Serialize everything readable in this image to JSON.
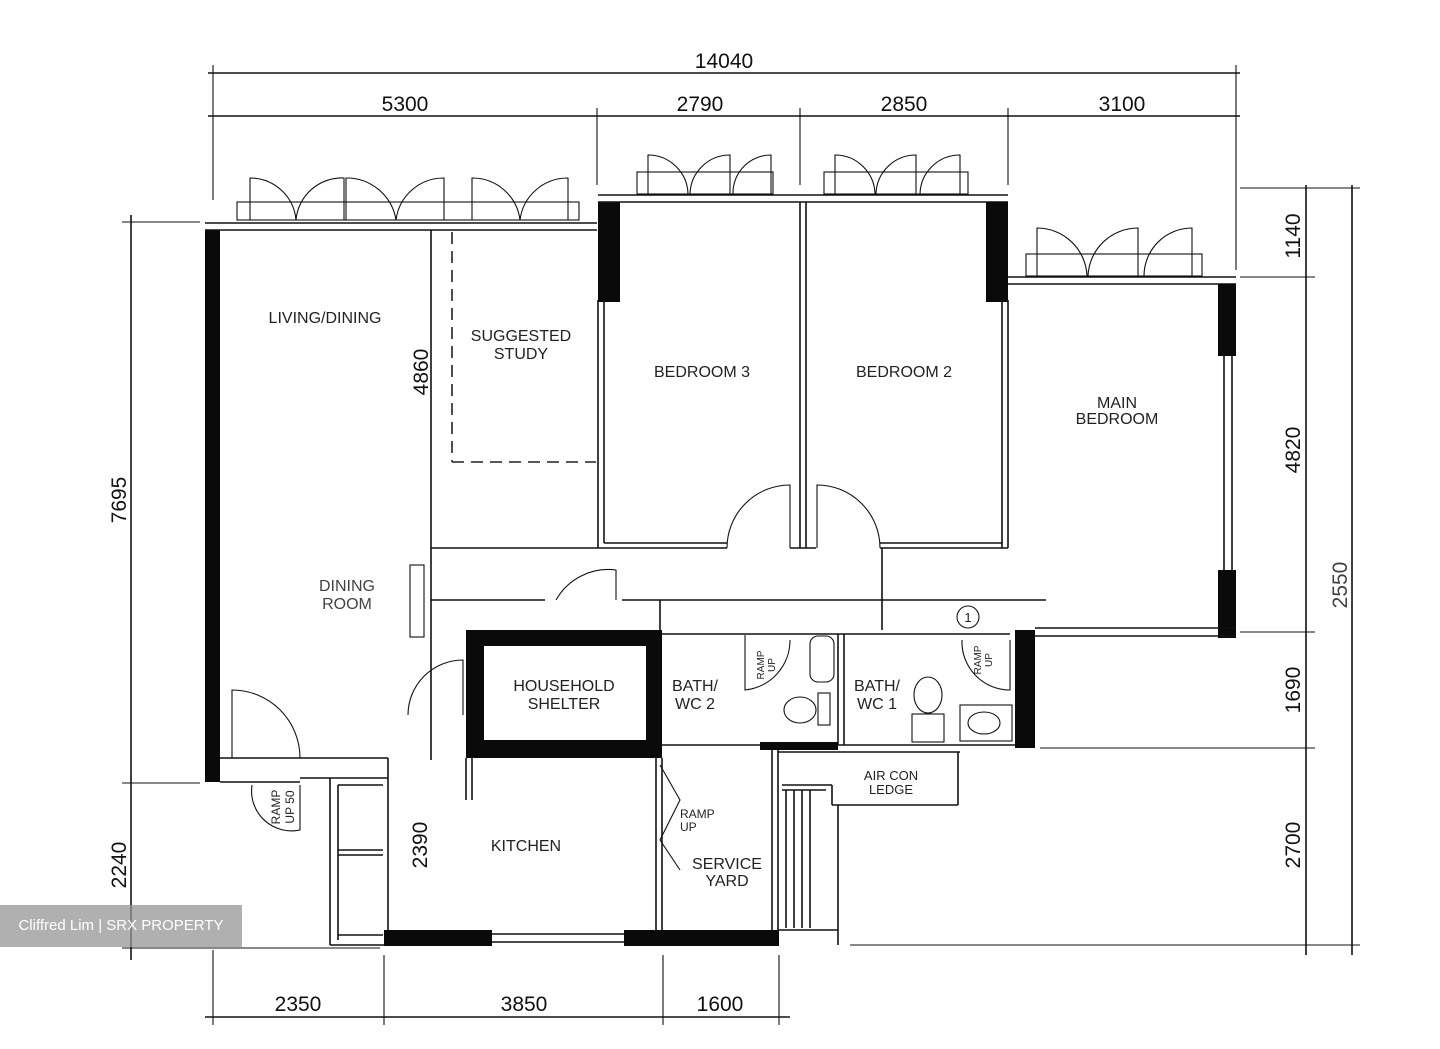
{
  "plan": {
    "dimensions": {
      "top_total": "14040",
      "top_segments": [
        "5300",
        "2790",
        "2850",
        "3100"
      ],
      "left": [
        "7695",
        "2240"
      ],
      "right": [
        "1140",
        "4820",
        "1690",
        "2700"
      ],
      "right_total": "2550",
      "bottom": [
        "2350",
        "3850",
        "1600"
      ],
      "inner_study": "4860",
      "inner_kitchen": "2390"
    },
    "rooms": {
      "living_dining": "LIVING/DINING",
      "study_line1": "SUGGESTED",
      "study_line2": "STUDY",
      "bedroom3": "BEDROOM 3",
      "bedroom2": "BEDROOM 2",
      "main_bedroom_line1": "MAIN",
      "main_bedroom_line2": "BEDROOM",
      "dining_room_line1": "DINING",
      "dining_room_line2": "ROOM",
      "shelter_line1": "HOUSEHOLD",
      "shelter_line2": "SHELTER",
      "bath2_line1": "BATH/",
      "bath2_line2": "WC 2",
      "bath1_line1": "BATH/",
      "bath1_line2": "WC 1",
      "kitchen": "KITCHEN",
      "service_line1": "SERVICE",
      "service_line2": "YARD",
      "aircon_line1": "AIR CON",
      "aircon_line2": "LEDGE"
    },
    "annotations": {
      "ramp_entry_line1": "RAMP",
      "ramp_entry_line2": "UP 50",
      "ramp_yard_line1": "RAMP",
      "ramp_yard_line2": "UP",
      "ramp_bath_line1": "RAMP",
      "ramp_bath_line2": "UP",
      "unit_marker": "1"
    }
  },
  "watermark": "Cliffred Lim | SRX PROPERTY"
}
